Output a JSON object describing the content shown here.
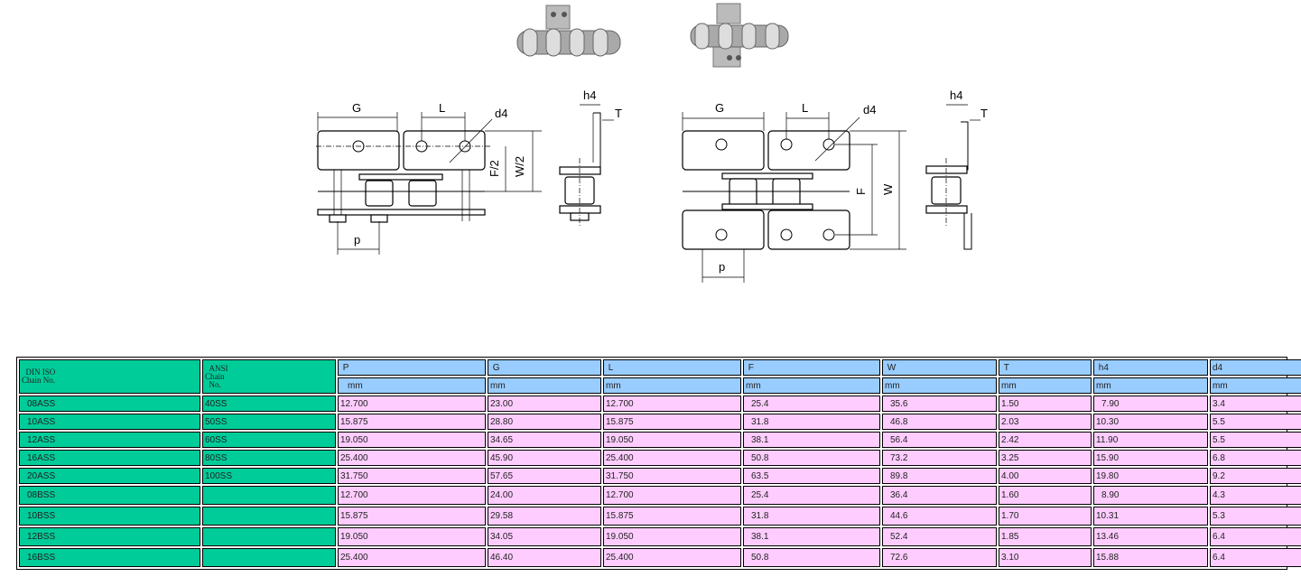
{
  "diagram_labels": {
    "single_side": {
      "G": "G",
      "L": "L",
      "d4": "d4",
      "F2": "F/2",
      "W2": "W/2",
      "p": "p",
      "h4": "h4",
      "T": "T"
    },
    "double_side": {
      "G": "G",
      "L": "L",
      "d4": "d4",
      "F": "F",
      "W": "W",
      "p": "p",
      "h4": "h4",
      "T": "T"
    }
  },
  "table": {
    "header": {
      "din_iso": "DIN ISO",
      "chain_no": "Chain No.",
      "ansi": "ANSI",
      "ansi_chain": "Chain",
      "ansi_no": "No.",
      "columns": [
        "P",
        "G",
        "L",
        "F",
        "W",
        "T",
        "h4",
        "d4"
      ],
      "unit": "mm"
    },
    "rows": [
      {
        "din": "08ASS",
        "ansi": "40SS",
        "values": [
          "12.700",
          "23.00",
          "12.700",
          "25.4",
          "35.6",
          "1.50",
          "7.90",
          "3.4"
        ]
      },
      {
        "din": "10ASS",
        "ansi": "50SS",
        "values": [
          "15.875",
          "28.80",
          "15.875",
          "31.8",
          "46.8",
          "2.03",
          "10.30",
          "5.5"
        ]
      },
      {
        "din": "12ASS",
        "ansi": "60SS",
        "values": [
          "19.050",
          "34.65",
          "19.050",
          "38.1",
          "56.4",
          "2.42",
          "11.90",
          "5.5"
        ]
      },
      {
        "din": "16ASS",
        "ansi": "80SS",
        "values": [
          "25.400",
          "45.90",
          "25.400",
          "50.8",
          "73.2",
          "3.25",
          "15.90",
          "6.8"
        ]
      },
      {
        "din": "20ASS",
        "ansi": "100SS",
        "values": [
          "31.750",
          "57.65",
          "31.750",
          "63.5",
          "89.8",
          "4.00",
          "19.80",
          "9.2"
        ]
      },
      {
        "din": "08BSS",
        "ansi": "",
        "values": [
          "12.700",
          "24.00",
          "12.700",
          "25.4",
          "36.4",
          "1.60",
          "8.90",
          "4.3"
        ]
      },
      {
        "din": "10BSS",
        "ansi": "",
        "values": [
          "15.875",
          "29.58",
          "15.875",
          "31.8",
          "44.6",
          "1.70",
          "10.31",
          "5.3"
        ]
      },
      {
        "din": "12BSS",
        "ansi": "",
        "values": [
          "19.050",
          "34.05",
          "19.050",
          "38.1",
          "52.4",
          "1.85",
          "13.46",
          "6.4"
        ]
      },
      {
        "din": "16BSS",
        "ansi": "",
        "values": [
          "25.400",
          "46.40",
          "25.400",
          "50.8",
          "72.6",
          "3.10",
          "15.88",
          "6.4"
        ]
      }
    ]
  },
  "colors": {
    "chain_cell": "#00cc99",
    "header_cell": "#99ccff",
    "value_cell": "#ffccff"
  }
}
